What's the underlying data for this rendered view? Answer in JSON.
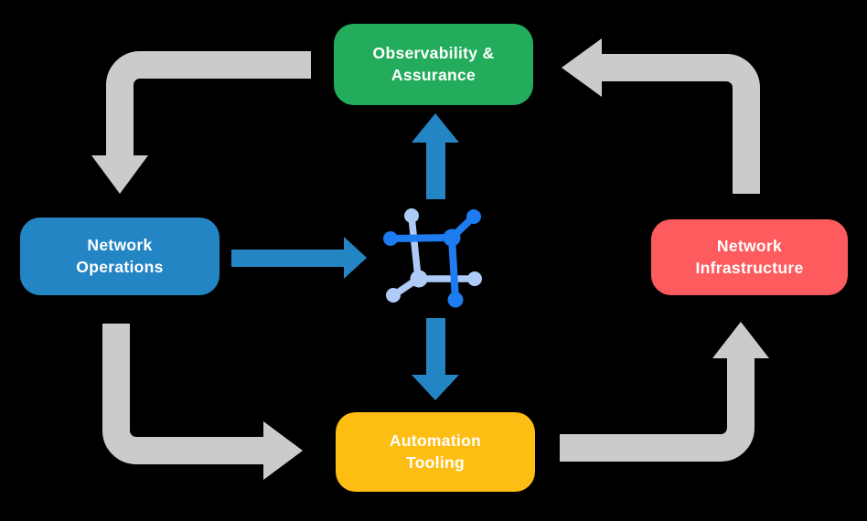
{
  "diagram": {
    "nodes": [
      {
        "id": "observability-assurance",
        "line1": "Observability &",
        "line2": "Assurance",
        "color": "#23AC5B"
      },
      {
        "id": "network-operations",
        "line1": "Network",
        "line2": "Operations",
        "color": "#2485C5"
      },
      {
        "id": "network-infrastructure",
        "line1": "Network",
        "line2": "Infrastructure",
        "color": "#FE5B5E"
      },
      {
        "id": "automation-tooling",
        "line1": "Automation",
        "line2": "Tooling",
        "color": "#FEBD13"
      }
    ],
    "center_icon": "network-fabric-icon",
    "edges": [
      {
        "from": "observability-assurance",
        "to": "network-operations",
        "style": "gray-curved-arrow"
      },
      {
        "from": "network-operations",
        "to": "automation-tooling",
        "style": "gray-curved-arrow"
      },
      {
        "from": "automation-tooling",
        "to": "network-infrastructure",
        "style": "gray-curved-arrow"
      },
      {
        "from": "network-infrastructure",
        "to": "observability-assurance",
        "style": "gray-curved-arrow"
      },
      {
        "from": "network-operations",
        "to": "center-icon",
        "style": "blue-straight-arrow"
      },
      {
        "from": "center-icon",
        "to": "observability-assurance",
        "style": "blue-straight-arrow"
      },
      {
        "from": "center-icon",
        "to": "automation-tooling",
        "style": "blue-straight-arrow"
      }
    ]
  },
  "colors": {
    "background": "#000000",
    "text": "#FFFFFF",
    "arrow_gray": "#CBCBCB",
    "arrow_blue": "#2485C5",
    "icon_dark": "#1E7BF0",
    "icon_light": "#AECBF7"
  }
}
